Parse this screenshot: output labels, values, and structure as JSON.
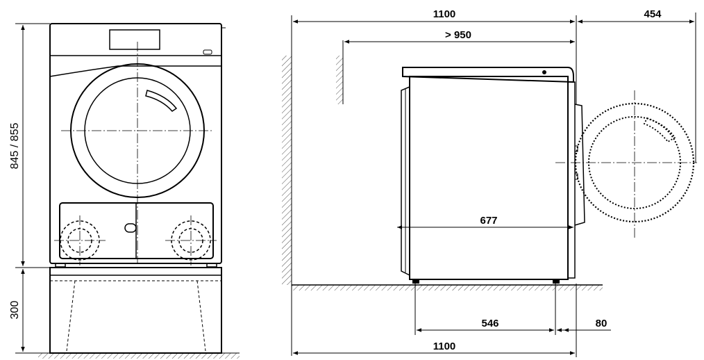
{
  "drawing": {
    "front_view": {
      "height_dimension": "845 / 855",
      "base_dimension": "300"
    },
    "side_view": {
      "total_depth_top": "1100",
      "door_clearance": "454",
      "min_wall_distance": "> 950",
      "machine_depth": "677",
      "foot_spacing": "546",
      "foot_offset": "80",
      "total_depth_bottom": "1100"
    }
  }
}
